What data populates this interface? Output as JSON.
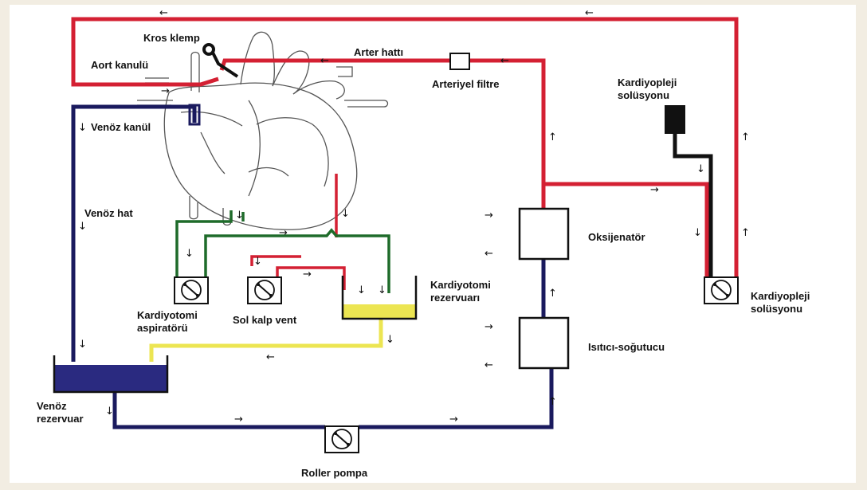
{
  "labels": {
    "kros_klemp": "Kros klemp",
    "aort_kanulu": "Aort kanulü",
    "arter_hatti": "Arter hattı",
    "arteriyel_filtre": "Arteriyel filtre",
    "kardiyopleji_solusyonu_top_1": "Kardiyopleji",
    "kardiyopleji_solusyonu_top_2": "solüsyonu",
    "venoz_kanul": "Venöz kanül",
    "venoz_hat": "Venöz hat",
    "oksijenator": "Oksijenatör",
    "kardiyopleji_solusyonu_pump_1": "Kardiyopleji",
    "kardiyopleji_solusyonu_pump_2": "solüsyonu",
    "kardiyotomi_aspiratoru_1": "Kardiyotomi",
    "kardiyotomi_aspiratoru_2": "aspiratörü",
    "sol_kalp_vent": "Sol kalp vent",
    "kardiyotomi_rezervuari_1": "Kardiyotomi",
    "kardiyotomi_rezervuari_2": "rezervuarı",
    "isitici_sogutucu": "Isıtıcı-soğutucu",
    "venoz_rezervuar_1": "Venöz",
    "venoz_rezervuar_2": "rezervuar",
    "roller_pompa": "Roller pompa"
  },
  "colors": {
    "arterial": "#d42033",
    "venous": "#1a1a5e",
    "suction": "#1e6b2a",
    "return": "#ece552",
    "reservoir_fill": "#2a2a80",
    "cardioplegia_bag": "#111111",
    "background": "#f2ede2"
  }
}
